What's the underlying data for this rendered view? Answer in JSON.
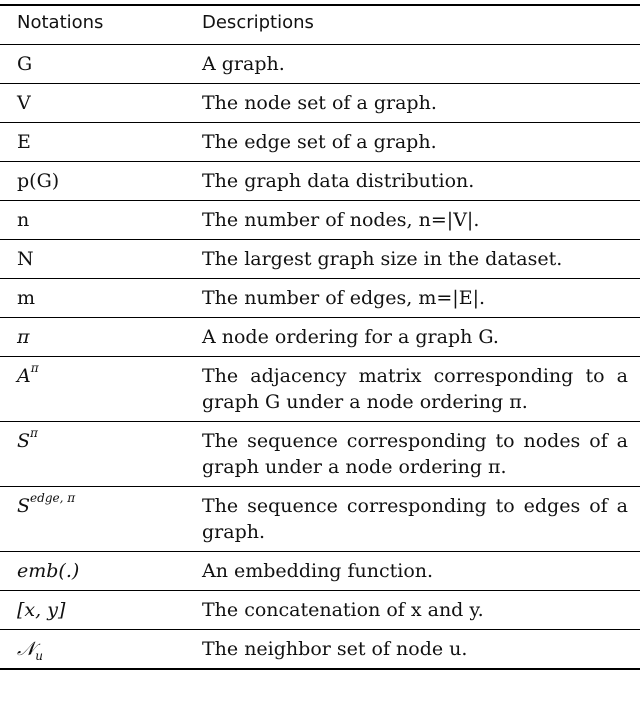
{
  "header": {
    "notations_label": "Notations",
    "descriptions_label": "Descriptions"
  },
  "rows": [
    {
      "notation": "G",
      "description": "A graph."
    },
    {
      "notation": "V",
      "description": "The node set of a graph."
    },
    {
      "notation": "E",
      "description": "The edge set of a graph."
    },
    {
      "notation": "p(G)",
      "description": "The graph data distribution."
    },
    {
      "notation": "n",
      "description": "The number of nodes, n=|V|."
    },
    {
      "notation": "N",
      "description": "The largest graph size in the dataset."
    },
    {
      "notation": "m",
      "description": "The number of edges, m=|E|."
    },
    {
      "notation": "π",
      "description": "A node ordering for a graph G."
    },
    {
      "notation_base": "A",
      "notation_sup": "π",
      "description": "The adjacency matrix corresponding to a graph G under a node ordering π."
    },
    {
      "notation_base": "S",
      "notation_sup": "π",
      "description": "The sequence corresponding to nodes of a graph under a node ordering π."
    },
    {
      "notation_base": "S",
      "notation_sup": "edge, π",
      "description": "The sequence corresponding to edges of a graph."
    },
    {
      "notation": "emb(.)",
      "description": "An embedding function."
    },
    {
      "notation": "[x, y]",
      "description": "The concatenation of x and y."
    },
    {
      "notation_base": "𝒩",
      "notation_sub": "u",
      "description": "The neighbor set of node u."
    }
  ]
}
